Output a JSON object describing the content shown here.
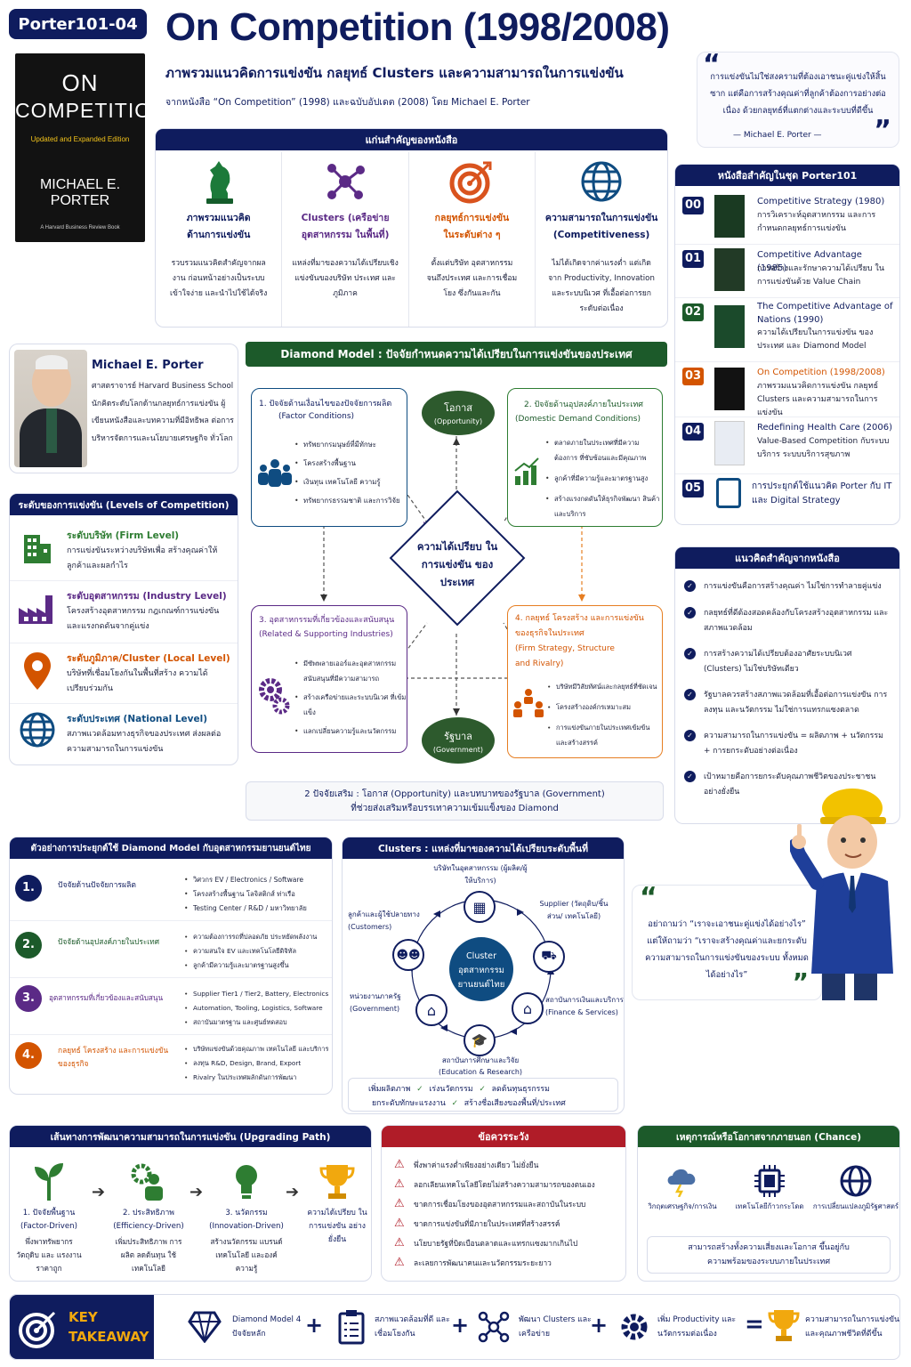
{
  "badge": "Porter101-04",
  "title": "On Competition (1998/2008)",
  "subtitle": "ภาพรวมแนวคิดการแข่งขัน กลยุทธ์ Clusters และความสามารถในการแข่งขัน",
  "source": "จากหนังสือ “On Competition” (1998) และฉบับอัปเดต (2008) โดย Michael E. Porter",
  "book_cover": {
    "l1": "ON",
    "l2": "COMPETITION",
    "edition": "Updated and Expanded Edition",
    "author": "MICHAEL E. PORTER",
    "pub": "A Harvard Business Review Book"
  },
  "quote_top": {
    "text": "การแข่งขันไม่ใช่สงครามที่ต้องเอาชนะคู่แข่งให้สิ้นซาก แต่คือการสร้างคุณค่าที่ลูกค้าต้องการอย่างต่อเนื่อง ด้วยกลยุทธ์ที่แตกต่างและระบบที่ดีขึ้น",
    "author": "— Michael E. Porter —"
  },
  "core": {
    "header": "แก่นสำคัญของหนังสือ",
    "items": [
      {
        "icon": "chess-knight-icon",
        "title": "ภาพรวมแนวคิด ด้านการแข่งขัน",
        "desc": "รวบรวมแนวคิดสำคัญจากผลงาน ก่อนหน้าอย่างเป็นระบบ เข้าใจง่าย และนำไปใช้ได้จริง"
      },
      {
        "icon": "network-icon",
        "title": "Clusters (เครือข่ายอุตสาหกรรม ในพื้นที่)",
        "desc": "แหล่งที่มาของความได้เปรียบเชิง แข่งขันของบริษัท ประเทศ และภูมิภาค"
      },
      {
        "icon": "target-icon",
        "title": "กลยุทธ์การแข่งขัน ในระดับต่าง ๆ",
        "desc": "ตั้งแต่บริษัท อุตสาหกรรม จนถึงประเทศ และการเชื่อมโยง ซึ่งกันและกัน"
      },
      {
        "icon": "globe-icon",
        "title": "ความสามารถในการแข่งขัน (Competitiveness)",
        "desc": "ไม่ได้เกิดจากค่าแรงต่ำ แต่เกิดจาก Productivity, Innovation และระบบนิเวศ ที่เอื้อต่อการยกระดับต่อเนื่อง"
      }
    ]
  },
  "series": {
    "header": "หนังสือสำคัญในชุด Porter101",
    "items": [
      {
        "num": "00",
        "title": "Competitive Strategy (1980)",
        "desc": "การวิเคราะห์อุตสาหกรรม และการกำหนดกลยุทธ์การแข่งขัน"
      },
      {
        "num": "01",
        "title": "Competitive Advantage (1985)",
        "desc": "การสร้างและรักษาความได้เปรียบ ในการแข่งขันด้วย Value Chain"
      },
      {
        "num": "02",
        "title": "The Competitive Advantage of Nations (1990)",
        "desc": "ความได้เปรียบในการแข่งขัน ของประเทศ และ Diamond Model"
      },
      {
        "num": "03",
        "title": "On Competition (1998/2008)",
        "desc": "ภาพรวมแนวคิดการแข่งขัน กลยุทธ์ Clusters และความสามารถในการแข่งขัน"
      },
      {
        "num": "04",
        "title": "Redefining Health Care (2006)",
        "desc": "Value-Based Competition กับระบบบริการ ระบบบริการสุขภาพ"
      },
      {
        "num": "05",
        "title": "การประยุกต์ใช้แนวคิด Porter กับ IT และ Digital Strategy",
        "desc": ""
      }
    ]
  },
  "author": {
    "name": "Michael E. Porter",
    "bio": "ศาสตราจารย์ Harvard Business School นักคิดระดับโลกด้านกลยุทธ์การแข่งขัน ผู้เขียนหนังสือและบทความที่มีอิทธิพล ต่อการบริหารจัดการและนโยบายเศรษฐกิจ ทั่วโลก"
  },
  "levels": {
    "header": "ระดับของการแข่งขัน (Levels of Competition)",
    "items": [
      {
        "icon": "building-icon",
        "title": "ระดับบริษัท (Firm Level)",
        "desc": "การแข่งขันระหว่างบริษัทเพื่อ สร้างคุณค่าให้ลูกค้าและผลกำไร",
        "color": "#2e7d32"
      },
      {
        "icon": "factory-icon",
        "title": "ระดับอุตสาหกรรม (Industry Level)",
        "desc": "โครงสร้างอุตสาหกรรม กฎเกณฑ์การแข่งขัน และแรงกดดันจากคู่แข่ง",
        "color": "#5b2a86"
      },
      {
        "icon": "map-pin-icon",
        "title": "ระดับภูมิภาค/Cluster (Local Level)",
        "desc": "บริษัทที่เชื่อมโยงกันในพื้นที่สร้าง ความได้เปรียบร่วมกัน",
        "color": "#d35400"
      },
      {
        "icon": "globe-icon",
        "title": "ระดับประเทศ (National Level)",
        "desc": "สภาพแวดล้อมทางธุรกิจของประเทศ ส่งผลต่อความสามารถในการแข่งขัน",
        "color": "#0f4c81"
      }
    ]
  },
  "diamond": {
    "header": "Diamond Model : ปัจจัยกำหนดความได้เปรียบในการแข่งขันของประเทศ",
    "center": "ความได้เปรียบ ในการแข่งขัน ของประเทศ",
    "chance": {
      "title": "โอกาส",
      "sub": "(Opportunity)"
    },
    "government": {
      "title": "รัฐบาล",
      "sub": "(Government)"
    },
    "factor": {
      "title": "1. ปัจจัยด้านเงื่อนไขของปัจจัยการผลิต",
      "sub": "(Factor Conditions)",
      "items": [
        "ทรัพยากรมนุษย์ที่มีทักษะ",
        "โครงสร้างพื้นฐาน",
        "เงินทุน เทคโนโลยี ความรู้",
        "ทรัพยากรธรรมชาติ และการวิจัย"
      ]
    },
    "demand": {
      "title": "2. ปัจจัยด้านอุปสงค์ภายในประเทศ",
      "sub": "(Domestic Demand Conditions)",
      "items": [
        "ตลาดภายในประเทศที่มีความต้องการ ที่ซับซ้อนและมีคุณภาพ",
        "ลูกค้าที่มีความรู้และมาตรฐานสูง",
        "สร้างแรงกดดันให้ธุรกิจพัฒนา สินค้าและบริการ"
      ]
    },
    "related": {
      "title": "3. อุตสาหกรรมที่เกี่ยวข้องและสนับสนุน",
      "sub": "(Related & Supporting Industries)",
      "items": [
        "มีซัพพลายเออร์และอุตสาหกรรม สนับสนุนที่มีความสามารถ",
        "สร้างเครือข่ายและระบบนิเวศ ที่เข้มแข็ง",
        "แลกเปลี่ยนความรู้และนวัตกรรม"
      ]
    },
    "strategy": {
      "title": "4. กลยุทธ์ โครงสร้าง และการแข่งขัน ของธุรกิจในประเทศ",
      "sub": "(Firm Strategy, Structure and Rivalry)",
      "items": [
        "บริษัทมีวิสัยทัศน์และกลยุทธ์ที่ชัดเจน",
        "โครงสร้างองค์กรเหมาะสม",
        "การแข่งขันภายในประเทศเข้มข้น และสร้างสรรค์"
      ]
    },
    "note1": "2 ปัจจัยเสริม : โอกาส (Opportunity) และบทบาทของรัฐบาล (Government)",
    "note2": "ที่ช่วยส่งเสริมหรือบรรเทาความเข้มแข็งของ Diamond"
  },
  "ideas": {
    "header": "แนวคิดสำคัญจากหนังสือ",
    "items": [
      "การแข่งขันคือการสร้างคุณค่า ไม่ใช่การทำลายคู่แข่ง",
      "กลยุทธ์ที่ดีต้องสอดคล้องกับโครงสร้างอุตสาหกรรม และสภาพแวดล้อม",
      "การสร้างความได้เปรียบต้องอาศัยระบบนิเวศ (Clusters) ไม่ใช่บริษัทเดียว",
      "รัฐบาลควรสร้างสภาพแวดล้อมที่เอื้อต่อการแข่งขัน การลงทุน และนวัตกรรม ไม่ใช่การแทรกแซงตลาด",
      "ความสามารถในการแข่งขัน = ผลิตภาพ + นวัตกรรม + การยกระดับอย่างต่อเนื่อง",
      "เป้าหมายคือการยกระดับคุณภาพชีวิตของประชาชน อย่างยั่งยืน"
    ]
  },
  "example": {
    "header": "ตัวอย่างการประยุกต์ใช้ Diamond Model กับอุตสาหกรรมยานยนต์ไทย",
    "rows": [
      {
        "num": "1.",
        "title": "ปัจจัยด้านปัจจัยการผลิต",
        "items": [
          "วิศวกร EV / Electronics / Software",
          "โครงสร้างพื้นฐาน โลจิสติกส์ ท่าเรือ",
          "Testing Center / R&D / มหาวิทยาลัย"
        ],
        "color": "#0f1c5e"
      },
      {
        "num": "2.",
        "title": "ปัจจัยด้านอุปสงค์ภายในประเทศ",
        "items": [
          "ความต้องการรถที่ปลอดภัย ประหยัดพลังงาน",
          "ความสนใจ EV และเทคโนโลยีดิจิทัล",
          "ลูกค้ามีความรู้และมาตรฐานสูงขึ้น"
        ],
        "color": "#1c5a2a"
      },
      {
        "num": "3.",
        "title": "อุตสาหกรรมที่เกี่ยวข้องและสนับสนุน",
        "items": [
          "Supplier Tier1 / Tier2, Battery, Electronics",
          "Automation, Tooling, Logistics, Software",
          "สถาบันมาตรฐาน และศูนย์ทดสอบ"
        ],
        "color": "#5b2a86"
      },
      {
        "num": "4.",
        "title": "กลยุทธ์ โครงสร้าง และการแข่งขัน ของธุรกิจ",
        "items": [
          "บริษัทแข่งขันด้วยคุณภาพ เทคโนโลยี และบริการ",
          "ลงทุน R&D, Design, Brand, Export",
          "Rivalry ในประเทศผลักดันการพัฒนา"
        ],
        "color": "#d35400"
      }
    ]
  },
  "clusters": {
    "header": "Clusters : แหล่งที่มาของความได้เปรียบระดับพื้นที่",
    "center": "Cluster อุตสาหกรรม ยานยนต์ไทย",
    "nodes": [
      {
        "label": "บริษัทในอุตสาหกรรม (ผู้ผลิต/ผู้ให้บริการ)",
        "icon": "company-icon"
      },
      {
        "label": "Supplier (วัตถุดิบ/ชิ้นส่วน/ เทคโนโลยี)",
        "icon": "truck-icon"
      },
      {
        "label": "สถาบันการเงินและบริการ (Finance & Services)",
        "icon": "bank-icon"
      },
      {
        "label": "สถาบันการศึกษาและวิจัย (Education & Research)",
        "icon": "graduation-cap-icon"
      },
      {
        "label": "หน่วยงานภาครัฐ (Government)",
        "icon": "government-icon"
      },
      {
        "label": "ลูกค้าและผู้ใช้ปลายทาง (Customers)",
        "icon": "people-icon"
      }
    ],
    "benefits": [
      "เพิ่มผลิตภาพ",
      "เร่งนวัตกรรม",
      "ลดต้นทุนธุรกรรม",
      "ยกระดับทักษะแรงงาน",
      "สร้างชื่อเสียงของพื้นที่/ประเทศ"
    ]
  },
  "quote_mid": {
    "text": "อย่าถามว่า “เราจะเอาชนะคู่แข่งได้อย่างไร” แต่ให้ถามว่า “เราจะสร้างคุณค่าและยกระดับ ความสามารถในการแข่งขันของระบบ ทั้งหมดได้อย่างไร”"
  },
  "upgrade": {
    "header": "เส้นทางการพัฒนาความสามารถในการแข่งขัน (Upgrading Path)",
    "steps": [
      {
        "icon": "sprout-icon",
        "title": "1. ปัจจัยพื้นฐาน (Factor-Driven)",
        "desc": "พึ่งพาทรัพยากร วัตถุดิบ และ แรงงานราคาถูก"
      },
      {
        "icon": "gear-worker-icon",
        "title": "2. ประสิทธิภาพ (Efficiency-Driven)",
        "desc": "เพิ่มประสิทธิภาพ การผลิต ลดต้นทุน ใช้เทคโนโลยี"
      },
      {
        "icon": "lightbulb-icon",
        "title": "3. นวัตกรรม (Innovation-Driven)",
        "desc": "สร้างนวัตกรรม แบรนด์ เทคโนโลยี และองค์ความรู้"
      },
      {
        "icon": "trophy-icon",
        "title": "ความได้เปรียบ ในการแข่งขัน อย่างยั่งยืน",
        "desc": ""
      }
    ]
  },
  "cautions": {
    "header": "ข้อควรระวัง",
    "items": [
      "พึ่งพาค่าแรงต่ำเพียงอย่างเดียว ไม่ยั่งยืน",
      "ลอกเลียนเทคโนโลยีโดยไม่สร้างความสามารถของตนเอง",
      "ขาดการเชื่อมโยงของอุตสาหกรรมและสถาบันในระบบ",
      "ขาดการแข่งขันที่มีภายในประเทศที่สร้างสรรค์",
      "นโยบายรัฐที่บิดเบือนตลาดและแทรกแซงมากเกินไป",
      "ละเลยการพัฒนาคนและนวัตกรรมระยะยาว"
    ]
  },
  "chance": {
    "header": "เหตุการณ์หรือโอกาสจากภายนอก (Chance)",
    "items": [
      {
        "icon": "storm-icon",
        "label": "วิกฤตเศรษฐกิจ/การเงิน"
      },
      {
        "icon": "chip-icon",
        "label": "เทคโนโลยีก้าวกระโดด"
      },
      {
        "icon": "globe-icon",
        "label": "การเปลี่ยนแปลงภูมิรัฐศาสตร์"
      }
    ],
    "note": "สามารถสร้างทั้งความเสี่ยงและโอกาส ขึ้นอยู่กับความพร้อมของระบบภายในประเทศ"
  },
  "takeaway": {
    "label1": "KEY",
    "label2": "TAKEAWAY",
    "items": [
      {
        "icon": "diamond-icon",
        "text": "Diamond Model 4 ปัจจัยหลัก"
      },
      {
        "icon": "checklist-icon",
        "text": "สภาพแวดล้อมที่ดี และเชื่อมโยงกัน"
      },
      {
        "icon": "network-icon",
        "text": "พัฒนา Clusters และเครือข่าย"
      },
      {
        "icon": "gear-icon",
        "text": "เพิ่ม Productivity และนวัตกรรมต่อเนื่อง"
      }
    ],
    "result": {
      "icon": "trophy-icon",
      "text": "ความสามารถในการแข่งขัน และคุณภาพชีวิตที่ดีขึ้น"
    }
  }
}
